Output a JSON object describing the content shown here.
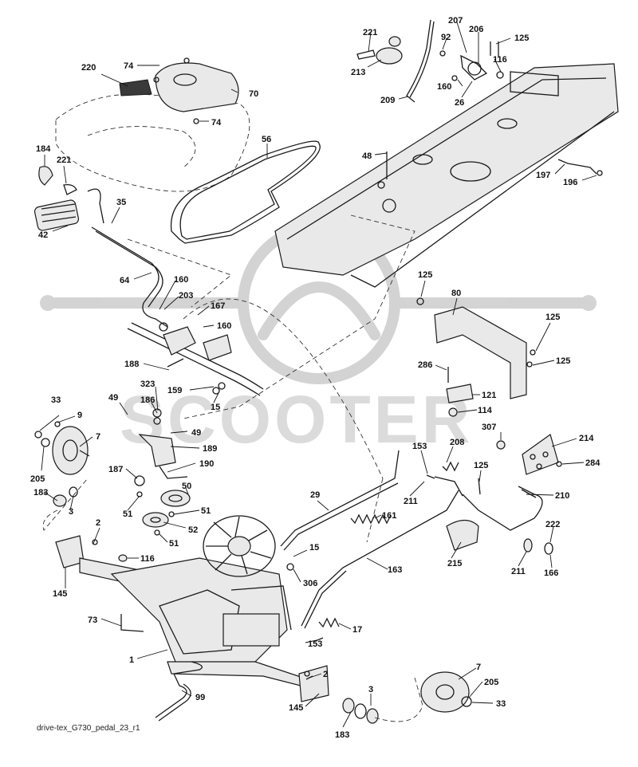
{
  "callouts": [
    {
      "id": "c-220",
      "text": "220"
    },
    {
      "id": "c-74a",
      "text": "74"
    },
    {
      "id": "c-70",
      "text": "70"
    },
    {
      "id": "c-74b",
      "text": "74"
    },
    {
      "id": "c-184",
      "text": "184"
    },
    {
      "id": "c-221a",
      "text": "221"
    },
    {
      "id": "c-56",
      "text": "56"
    },
    {
      "id": "c-35",
      "text": "35"
    },
    {
      "id": "c-42",
      "text": "42"
    },
    {
      "id": "c-64",
      "text": "64"
    },
    {
      "id": "c-160a",
      "text": "160"
    },
    {
      "id": "c-203",
      "text": "203"
    },
    {
      "id": "c-167",
      "text": "167"
    },
    {
      "id": "c-160b",
      "text": "160"
    },
    {
      "id": "c-188",
      "text": "188"
    },
    {
      "id": "c-323",
      "text": "323"
    },
    {
      "id": "c-159",
      "text": "159"
    },
    {
      "id": "c-15a",
      "text": "15"
    },
    {
      "id": "c-49a",
      "text": "49"
    },
    {
      "id": "c-186",
      "text": "186"
    },
    {
      "id": "c-49b",
      "text": "49"
    },
    {
      "id": "c-189",
      "text": "189"
    },
    {
      "id": "c-190",
      "text": "190"
    },
    {
      "id": "c-187",
      "text": "187"
    },
    {
      "id": "c-50",
      "text": "50"
    },
    {
      "id": "c-51a",
      "text": "51"
    },
    {
      "id": "c-51b",
      "text": "51"
    },
    {
      "id": "c-52",
      "text": "52"
    },
    {
      "id": "c-51c",
      "text": "51"
    },
    {
      "id": "c-33a",
      "text": "33"
    },
    {
      "id": "c-9",
      "text": "9"
    },
    {
      "id": "c-7a",
      "text": "7"
    },
    {
      "id": "c-205a",
      "text": "205"
    },
    {
      "id": "c-183a",
      "text": "183"
    },
    {
      "id": "c-3a",
      "text": "3"
    },
    {
      "id": "c-2a",
      "text": "2"
    },
    {
      "id": "c-145a",
      "text": "145"
    },
    {
      "id": "c-116a",
      "text": "116"
    },
    {
      "id": "c-73",
      "text": "73"
    },
    {
      "id": "c-1",
      "text": "1"
    },
    {
      "id": "c-99",
      "text": "99"
    },
    {
      "id": "c-221b",
      "text": "221"
    },
    {
      "id": "c-213",
      "text": "213"
    },
    {
      "id": "c-92",
      "text": "92"
    },
    {
      "id": "c-207",
      "text": "207"
    },
    {
      "id": "c-206",
      "text": "206"
    },
    {
      "id": "c-125a",
      "text": "125"
    },
    {
      "id": "c-116b",
      "text": "116"
    },
    {
      "id": "c-160c",
      "text": "160"
    },
    {
      "id": "c-26",
      "text": "26"
    },
    {
      "id": "c-209",
      "text": "209"
    },
    {
      "id": "c-48",
      "text": "48"
    },
    {
      "id": "c-197",
      "text": "197"
    },
    {
      "id": "c-196",
      "text": "196"
    },
    {
      "id": "c-125b",
      "text": "125"
    },
    {
      "id": "c-80",
      "text": "80"
    },
    {
      "id": "c-125c",
      "text": "125"
    },
    {
      "id": "c-125d",
      "text": "125"
    },
    {
      "id": "c-286",
      "text": "286"
    },
    {
      "id": "c-121",
      "text": "121"
    },
    {
      "id": "c-114",
      "text": "114"
    },
    {
      "id": "c-307",
      "text": "307"
    },
    {
      "id": "c-214",
      "text": "214"
    },
    {
      "id": "c-284",
      "text": "284"
    },
    {
      "id": "c-153a",
      "text": "153"
    },
    {
      "id": "c-208",
      "text": "208"
    },
    {
      "id": "c-125e",
      "text": "125"
    },
    {
      "id": "c-211a",
      "text": "211"
    },
    {
      "id": "c-210",
      "text": "210"
    },
    {
      "id": "c-222",
      "text": "222"
    },
    {
      "id": "c-215",
      "text": "215"
    },
    {
      "id": "c-211b",
      "text": "211"
    },
    {
      "id": "c-166",
      "text": "166"
    },
    {
      "id": "c-29",
      "text": "29"
    },
    {
      "id": "c-161",
      "text": "161"
    },
    {
      "id": "c-15b",
      "text": "15"
    },
    {
      "id": "c-306",
      "text": "306"
    },
    {
      "id": "c-163",
      "text": "163"
    },
    {
      "id": "c-17",
      "text": "17"
    },
    {
      "id": "c-153b",
      "text": "153"
    },
    {
      "id": "c-2b",
      "text": "2"
    },
    {
      "id": "c-145b",
      "text": "145"
    },
    {
      "id": "c-3b",
      "text": "3"
    },
    {
      "id": "c-183b",
      "text": "183"
    },
    {
      "id": "c-7b",
      "text": "7"
    },
    {
      "id": "c-205b",
      "text": "205"
    },
    {
      "id": "c-33b",
      "text": "33"
    }
  ],
  "footer_text": "drive-tex_G730_pedal_23_r1",
  "watermark_text": "SCOOTER"
}
